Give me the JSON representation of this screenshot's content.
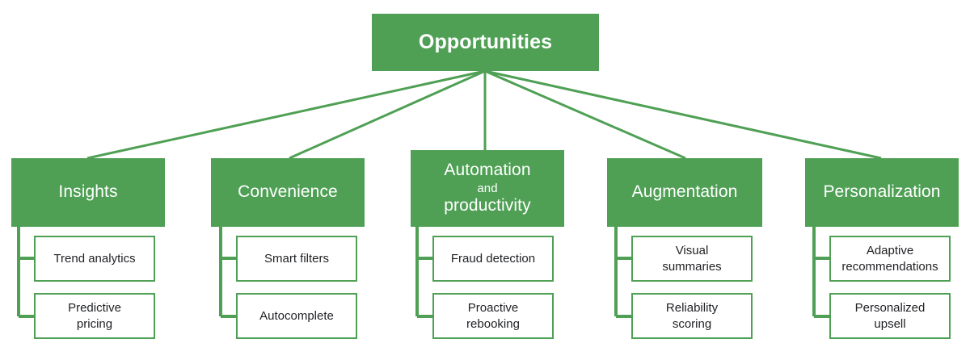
{
  "diagram": {
    "type": "tree",
    "title": "Opportunities",
    "colors": {
      "node_fill": "#4fa055",
      "connector": "#4fa055",
      "root_text": "#ffffff",
      "branch_text": "#ffffff",
      "leaf_text": "#1f2023",
      "leaf_fill": "#ffffff",
      "background": "#ffffff"
    },
    "root": {
      "label": "Opportunities"
    },
    "branches": [
      {
        "id": "insights",
        "label": "Insights",
        "label_line2": "",
        "leaves": [
          {
            "id": "trend-analytics",
            "line1": "Trend analytics",
            "line2": ""
          },
          {
            "id": "predictive-pricing",
            "line1": "Predictive",
            "line2": "pricing"
          }
        ]
      },
      {
        "id": "convenience",
        "label": "Convenience",
        "label_line2": "",
        "leaves": [
          {
            "id": "smart-filters",
            "line1": "Smart filters",
            "line2": ""
          },
          {
            "id": "autocomplete",
            "line1": "Autocomplete",
            "line2": ""
          }
        ]
      },
      {
        "id": "automation-and-productivity",
        "label": "Automation",
        "label_small": "and",
        "label_line2": "productivity",
        "leaves": [
          {
            "id": "fraud-detection",
            "line1": "Fraud detection",
            "line2": ""
          },
          {
            "id": "proactive-rebooking",
            "line1": "Proactive",
            "line2": "rebooking"
          }
        ]
      },
      {
        "id": "augmentation",
        "label": "Augmentation",
        "label_line2": "",
        "leaves": [
          {
            "id": "visual-summaries",
            "line1": "Visual",
            "line2": "summaries"
          },
          {
            "id": "reliability-scoring",
            "line1": "Reliability",
            "line2": "scoring"
          }
        ]
      },
      {
        "id": "personalization",
        "label": "Personalization",
        "label_line2": "",
        "leaves": [
          {
            "id": "adaptive-recommendations",
            "line1": "Adaptive",
            "line2": "recommendations"
          },
          {
            "id": "personalized-upsell",
            "line1": "Personalized",
            "line2": "upsell"
          }
        ]
      }
    ]
  }
}
